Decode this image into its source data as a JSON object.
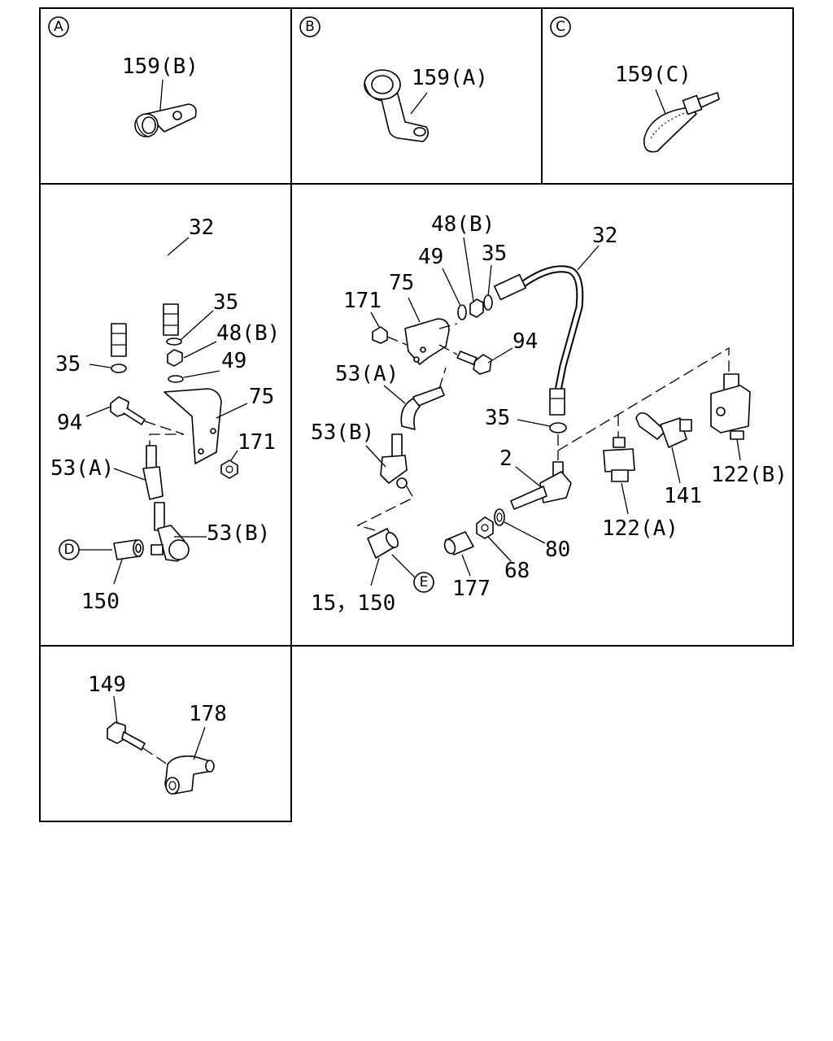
{
  "panels": {
    "A": {
      "badge": "A",
      "label": "159(B)"
    },
    "B": {
      "badge": "B",
      "label": "159(A)"
    },
    "C": {
      "badge": "C",
      "label": "159(C)"
    }
  },
  "left_panel": {
    "pipe": "32",
    "washer_top": "35",
    "nut": "48(B)",
    "lockwasher": "49",
    "bracket": "75",
    "washer_left": "35",
    "bolt": "94",
    "hose_nut": "171",
    "connector_a": "53(A)",
    "connector_b": "53(B)",
    "ref_d": "D",
    "fitting": "150"
  },
  "right_panel": {
    "pipe": "32",
    "nut": "48(B)",
    "lockwasher": "49",
    "washer_top": "35",
    "bracket": "75",
    "hose_nut": "171",
    "bolt": "94",
    "connector_a": "53(A)",
    "connector_b": "53(B)",
    "washer_mid": "35",
    "elbow": "2",
    "switch_b": "122(B)",
    "plug": "141",
    "switch_a": "122(A)",
    "washer_80": "80",
    "nut_68": "68",
    "sleeve": "177",
    "fitting_pair": "15，150",
    "ref_e": "E"
  },
  "bottom_panel": {
    "bolt": "149",
    "joint": "178"
  }
}
